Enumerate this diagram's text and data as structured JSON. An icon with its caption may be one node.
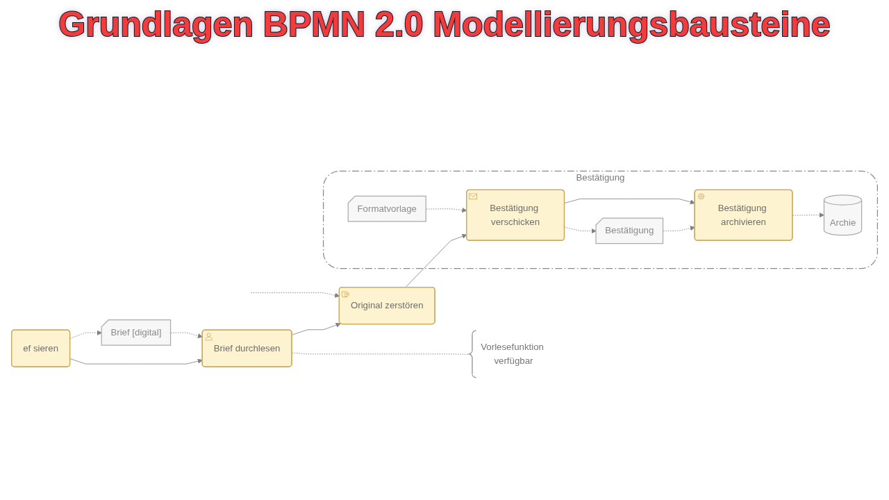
{
  "diagram": {
    "title": "Grundlagen BPMN 2.0 Modellierungsbausteine",
    "nodes": [
      {
        "text": [
          "ef sieren"
        ]
      },
      {
        "text": [
          "Brief [digital]"
        ]
      },
      {
        "text": [
          "Brief durchlesen"
        ]
      },
      {
        "text": [
          "Vorlesefunktion verfügbar"
        ]
      },
      {
        "text": [
          "Original zerstören"
        ]
      },
      {
        "text": [
          "Bestätigung"
        ]
      },
      {
        "text": [
          "Formatvorlage"
        ],
        "in": 5
      },
      {
        "text": [
          "Bestätigung verschicken"
        ],
        "in": 5
      },
      {
        "text": [
          "Bestätigung"
        ],
        "in": 5
      },
      {
        "text": [
          "Bestätigung archivieren"
        ],
        "in": 5
      },
      {
        "text": [
          "Archie"
        ],
        "in": 5
      }
    ],
    "edges": [
      {
        "from": 0,
        "to": 2,
        "arrow": "to"
      },
      {
        "from": 0,
        "to": 1,
        "arrow": "to",
        "style": "dashed"
      },
      {
        "from": 1,
        "to": 2,
        "arrow": "to",
        "style": "dashed"
      },
      {
        "from": 2,
        "to": 3,
        "arrow": "none",
        "style": "dashed"
      },
      {
        "from": 2,
        "to": 4,
        "arrow": "to"
      },
      {
        "from": null,
        "to": 4,
        "arrow": "to",
        "style": "dashed"
      },
      {
        "from": 4,
        "to": 7,
        "arrow": "to"
      },
      {
        "from": 6,
        "to": 7,
        "arrow": "to",
        "style": "dashed"
      },
      {
        "from": 7,
        "to": 8,
        "arrow": "to",
        "style": "dashed"
      },
      {
        "from": 8,
        "to": 9,
        "arrow": "to",
        "style": "dashed"
      },
      {
        "from": 7,
        "to": 9,
        "arrow": "to"
      },
      {
        "from": 9,
        "to": 10,
        "arrow": "to",
        "style": "dashed"
      }
    ]
  }
}
